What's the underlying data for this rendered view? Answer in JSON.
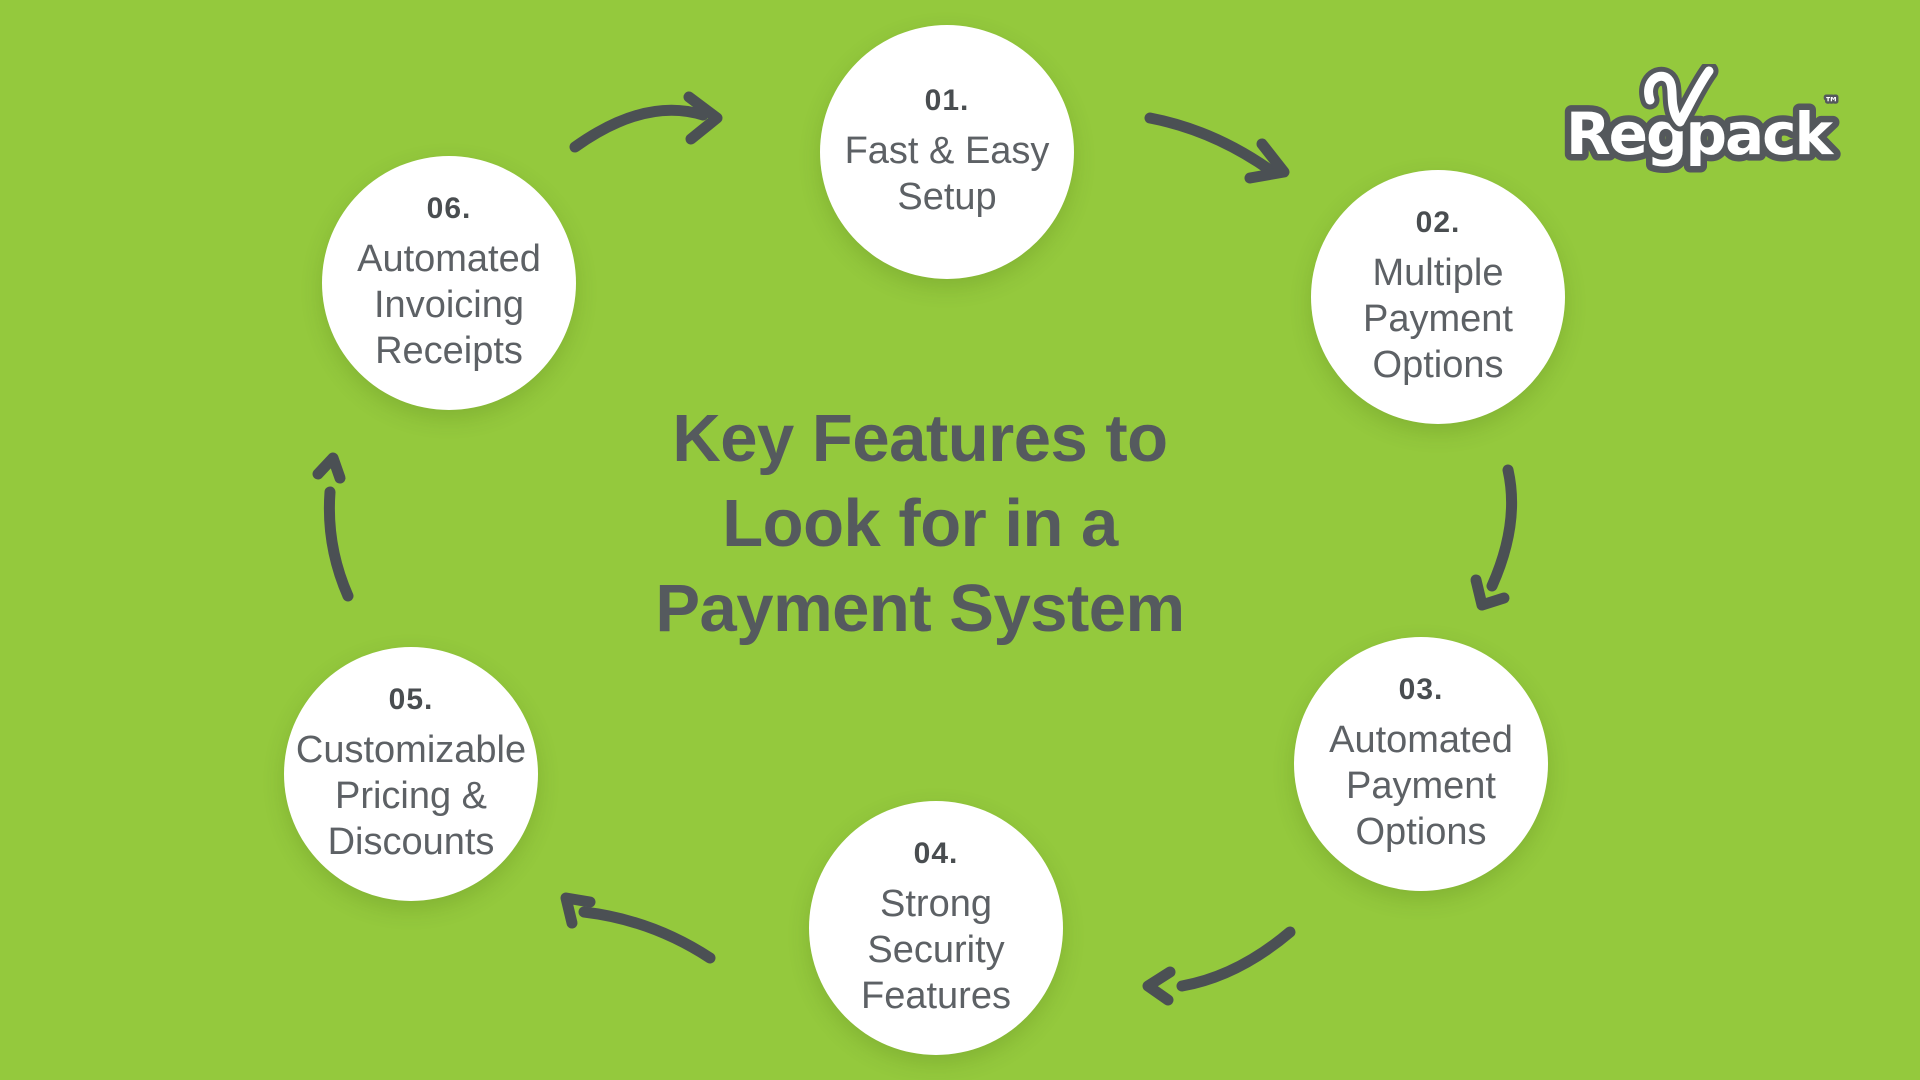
{
  "background_color": "#94c93d",
  "accent_dark": "#54585c",
  "text_colors": {
    "title": "#555a5e",
    "number": "#494d50",
    "label": "#5d6165",
    "arrow": "#4b5054"
  },
  "title": {
    "lines": [
      "Key Features to",
      "Look for in a",
      "Payment System"
    ]
  },
  "logo": {
    "text": "Regpack",
    "tm": "™"
  },
  "icons": {
    "logo_check": "check-icon",
    "connector": "curved-arrow-icon"
  },
  "diagram": {
    "items": [
      {
        "number": "01.",
        "label": "Fast & Easy\nSetup"
      },
      {
        "number": "02.",
        "label": "Multiple\nPayment\nOptions"
      },
      {
        "number": "03.",
        "label": "Automated\nPayment\nOptions"
      },
      {
        "number": "04.",
        "label": "Strong\nSecurity\nFeatures"
      },
      {
        "number": "05.",
        "label": "Customizable\nPricing &\nDiscounts"
      },
      {
        "number": "06.",
        "label": "Automated\nInvoicing\nReceipts"
      }
    ]
  }
}
